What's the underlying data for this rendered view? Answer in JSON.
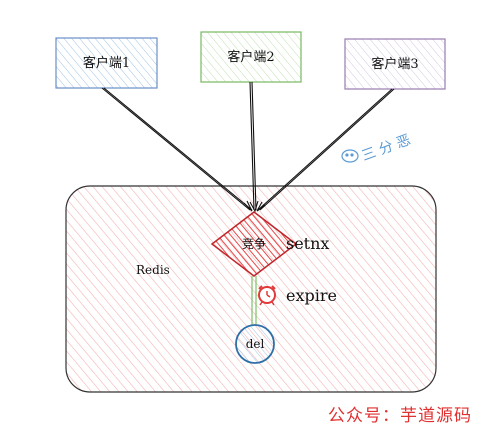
{
  "clients": [
    {
      "label": "客户端1",
      "stroke": "#6b8fc9"
    },
    {
      "label": "客户端2",
      "stroke": "#79b862"
    },
    {
      "label": "客户端3",
      "stroke": "#9a7bb0"
    }
  ],
  "redis": {
    "label": "Redis",
    "fill_hatch": "#f6b8b8",
    "stroke": "#333333"
  },
  "compete": {
    "label": "竞争",
    "side_label": "setnx",
    "stroke": "#c0282d",
    "fill": "#f05a5a"
  },
  "expire": {
    "label": "expire",
    "icon": "alarm-clock-icon",
    "icon_color": "#e03a3a"
  },
  "del": {
    "label": "del",
    "stroke": "#2f6fa8"
  },
  "link_color": "#7cc36a",
  "watermark": {
    "text": "三 分 恶",
    "icon": "chat-bubble-icon"
  },
  "footer": {
    "text": "公众号：芋道源码",
    "color": "#e03030"
  }
}
